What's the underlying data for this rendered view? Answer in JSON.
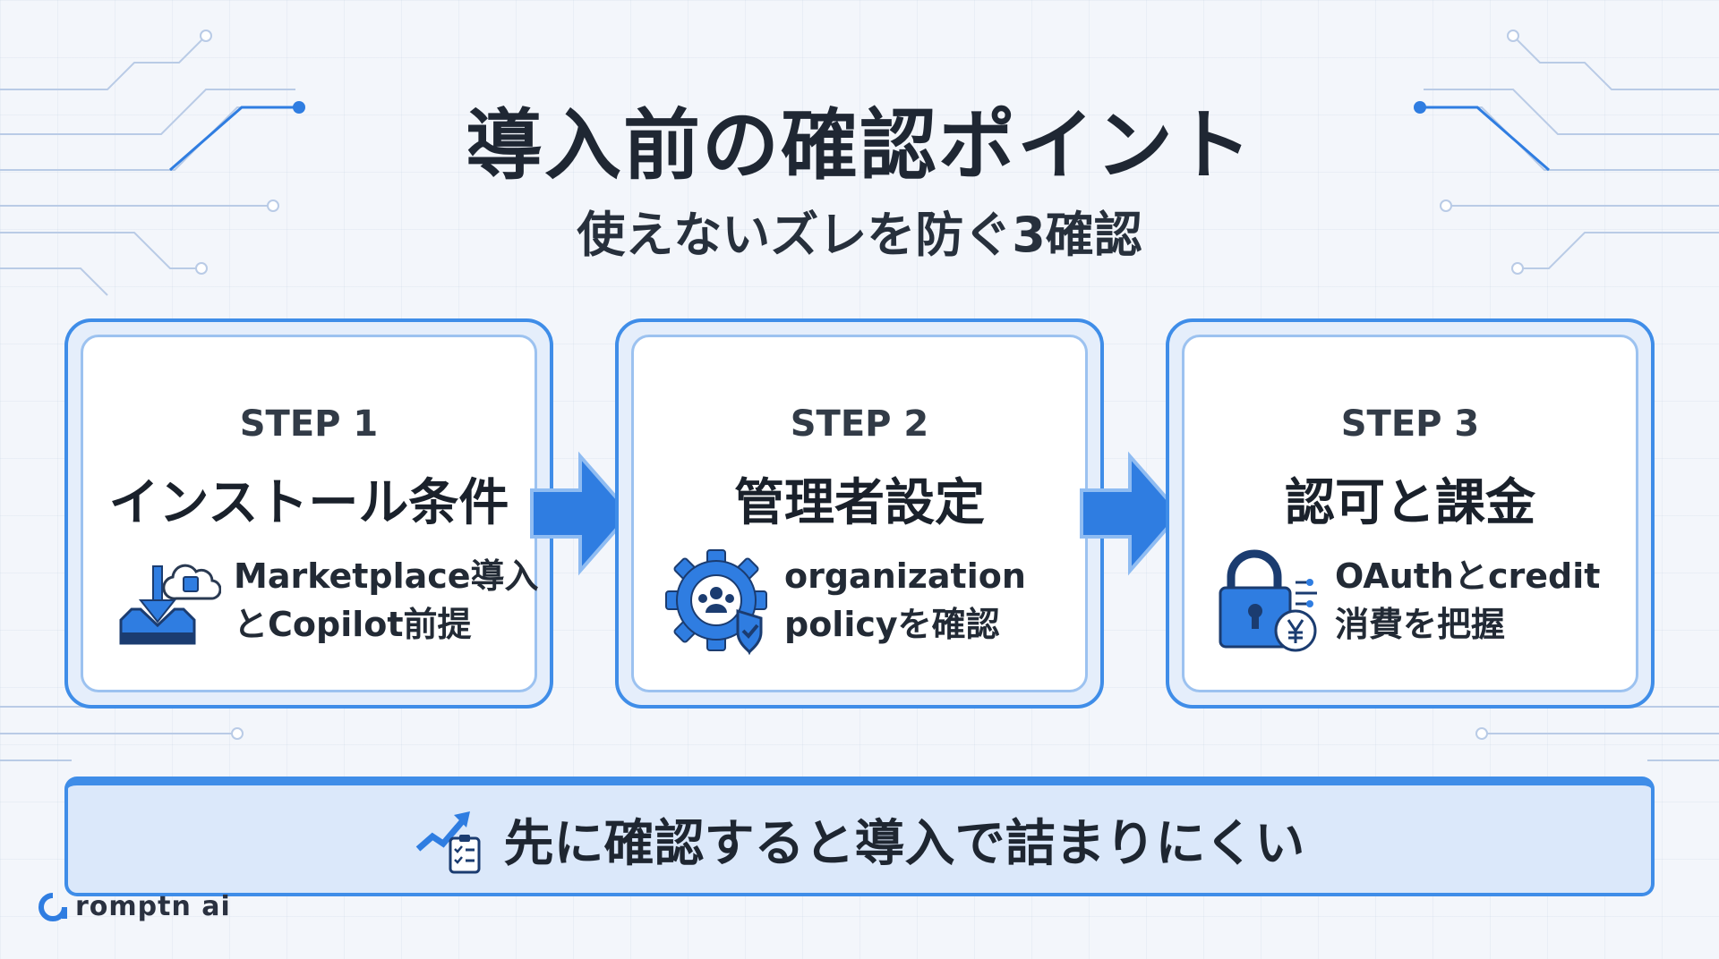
{
  "title": "導入前の確認ポイント",
  "subtitle": "使えないズレを防ぐ3確認",
  "colors": {
    "accent": "#2f7de1",
    "card_border": "#3f8de8",
    "background": "#f3f6fb",
    "text": "#1c2430"
  },
  "steps": [
    {
      "label": "STEP 1",
      "title": "インストール条件",
      "desc_line1": "Marketplace導入",
      "desc_line2": "とCopilot前提",
      "icon": "cloud-download-tray-icon"
    },
    {
      "label": "STEP 2",
      "title": "管理者設定",
      "desc_line1": "organization",
      "desc_line2": "policyを確認",
      "icon": "gear-users-shield-icon"
    },
    {
      "label": "STEP 3",
      "title": "認可と課金",
      "desc_line1": "OAuthとcredit",
      "desc_line2": "消費を把握",
      "icon": "lock-yen-coin-icon"
    }
  ],
  "banner": {
    "text": "先に確認すると導入で詰まりにくい",
    "icon": "trend-up-checklist-icon"
  },
  "logo": {
    "text": "romptn ai",
    "icon": "romptn-logo-icon"
  }
}
